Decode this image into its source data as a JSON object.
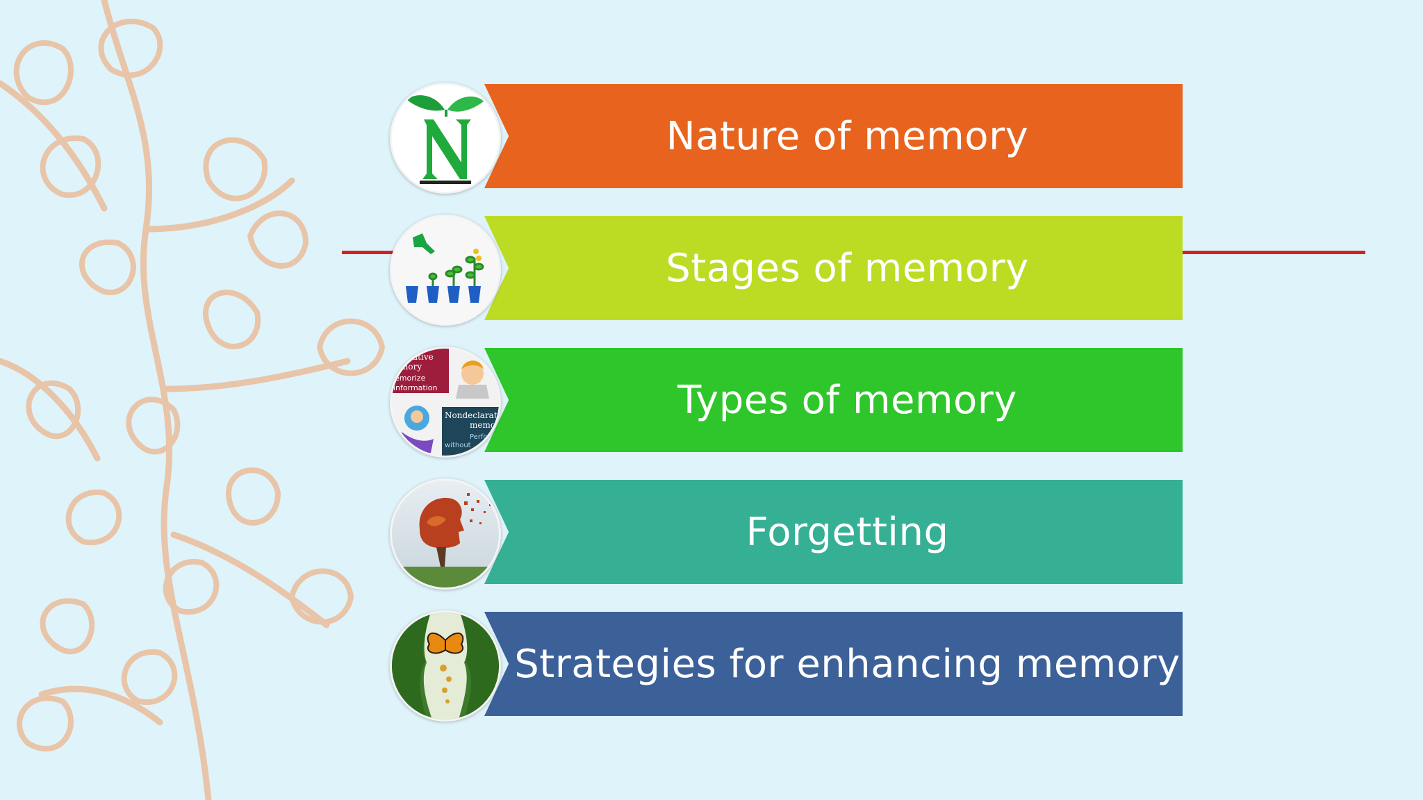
{
  "slide": {
    "colors": {
      "background": "#dff3fa",
      "vine": "#e8c4a8",
      "connector_line": "#d52020"
    },
    "items": [
      {
        "label": "Nature of memory",
        "color": "#e8641e",
        "icon": "letter-n-sprout-icon"
      },
      {
        "label": "Stages of memory",
        "color": "#bcdc24",
        "icon": "watering-plants-growth-icon"
      },
      {
        "label": "Types of memory",
        "color": "#2ec62a",
        "icon": "memory-types-infographic-icon",
        "icon_text": [
          "ative",
          "mory",
          "emorize",
          "information",
          "Nondeclarative",
          "memo",
          "Perform",
          "without"
        ]
      },
      {
        "label": "Forgetting",
        "color": "#36b095",
        "icon": "dissolving-tree-head-icon"
      },
      {
        "label": "Strategies for enhancing memory",
        "color": "#3c6199",
        "icon": "butterfly-head-silhouette-icon"
      }
    ]
  }
}
